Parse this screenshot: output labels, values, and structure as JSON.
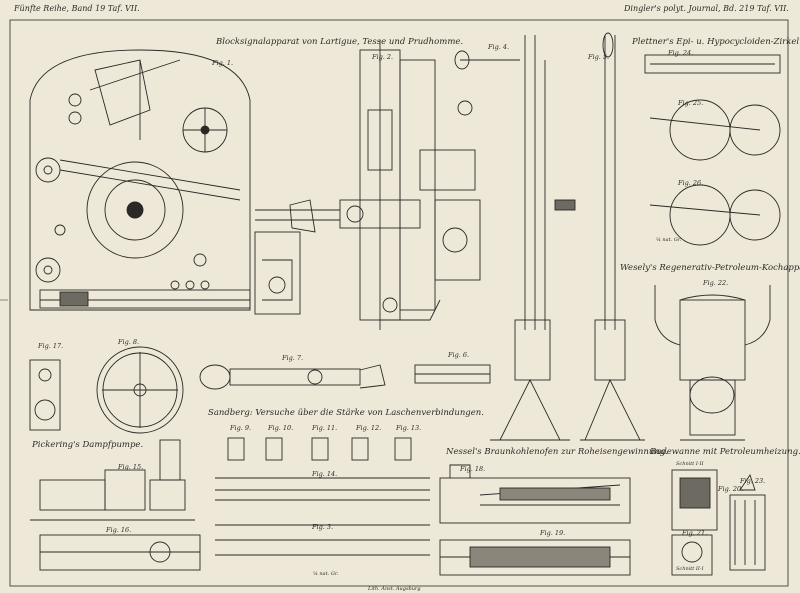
{
  "header": {
    "left": "Fünfte Reihe, Band 19 Taf. VII.",
    "right": "Dingler's polyt. Journal, Bd. 219 Taf. VII."
  },
  "titles": {
    "block": "Blocksignalapparat von Lartigue, Tesse und Prudhomme.",
    "plettner": "Plettner's Epi- u. Hypocycloiden-Zirkel.",
    "wesely": "Wesely's Regenerativ-Petroleum-Kochapparat.",
    "sandberg": "Sandberg: Versuche über die Stärke von Laschenverbindungen.",
    "pickering": "Pickering's Dampfpumpe.",
    "nessel": "Nessel's Braunkohlenofen zur Roheisengewinnung.",
    "bade": "Badewanne mit Petroleumheizung."
  },
  "figures": {
    "f1": "Fig. 1.",
    "f2": "Fig. 2.",
    "f3": "Fig. 3.",
    "f4": "Fig. 4.",
    "f5": "Fig. 5.",
    "f6": "Fig. 6.",
    "f7": "Fig. 7.",
    "f8": "Fig. 8.",
    "f9": "Fig. 9.",
    "f10": "Fig. 10.",
    "f11": "Fig. 11.",
    "f12": "Fig. 12.",
    "f13": "Fig. 13.",
    "f14": "Fig. 14.",
    "f15": "Fig. 15.",
    "f16": "Fig. 16.",
    "f17": "Fig. 17.",
    "f18": "Fig. 18.",
    "f19": "Fig. 19.",
    "f20": "Fig. 20.",
    "f21": "Fig. 21.",
    "f22": "Fig. 22.",
    "f23": "Fig. 23.",
    "f24": "Fig. 24.",
    "f25": "Fig. 25.",
    "f26": "Fig. 26."
  },
  "labels": {
    "scale1": "¼ nat. Gr.",
    "scale2": "¼ nat. Gr.",
    "schnitt1": "Schnitt I-II",
    "schnitt2": "Schnitt II-I",
    "imprint": "Lith. Anst. Augsburg"
  }
}
